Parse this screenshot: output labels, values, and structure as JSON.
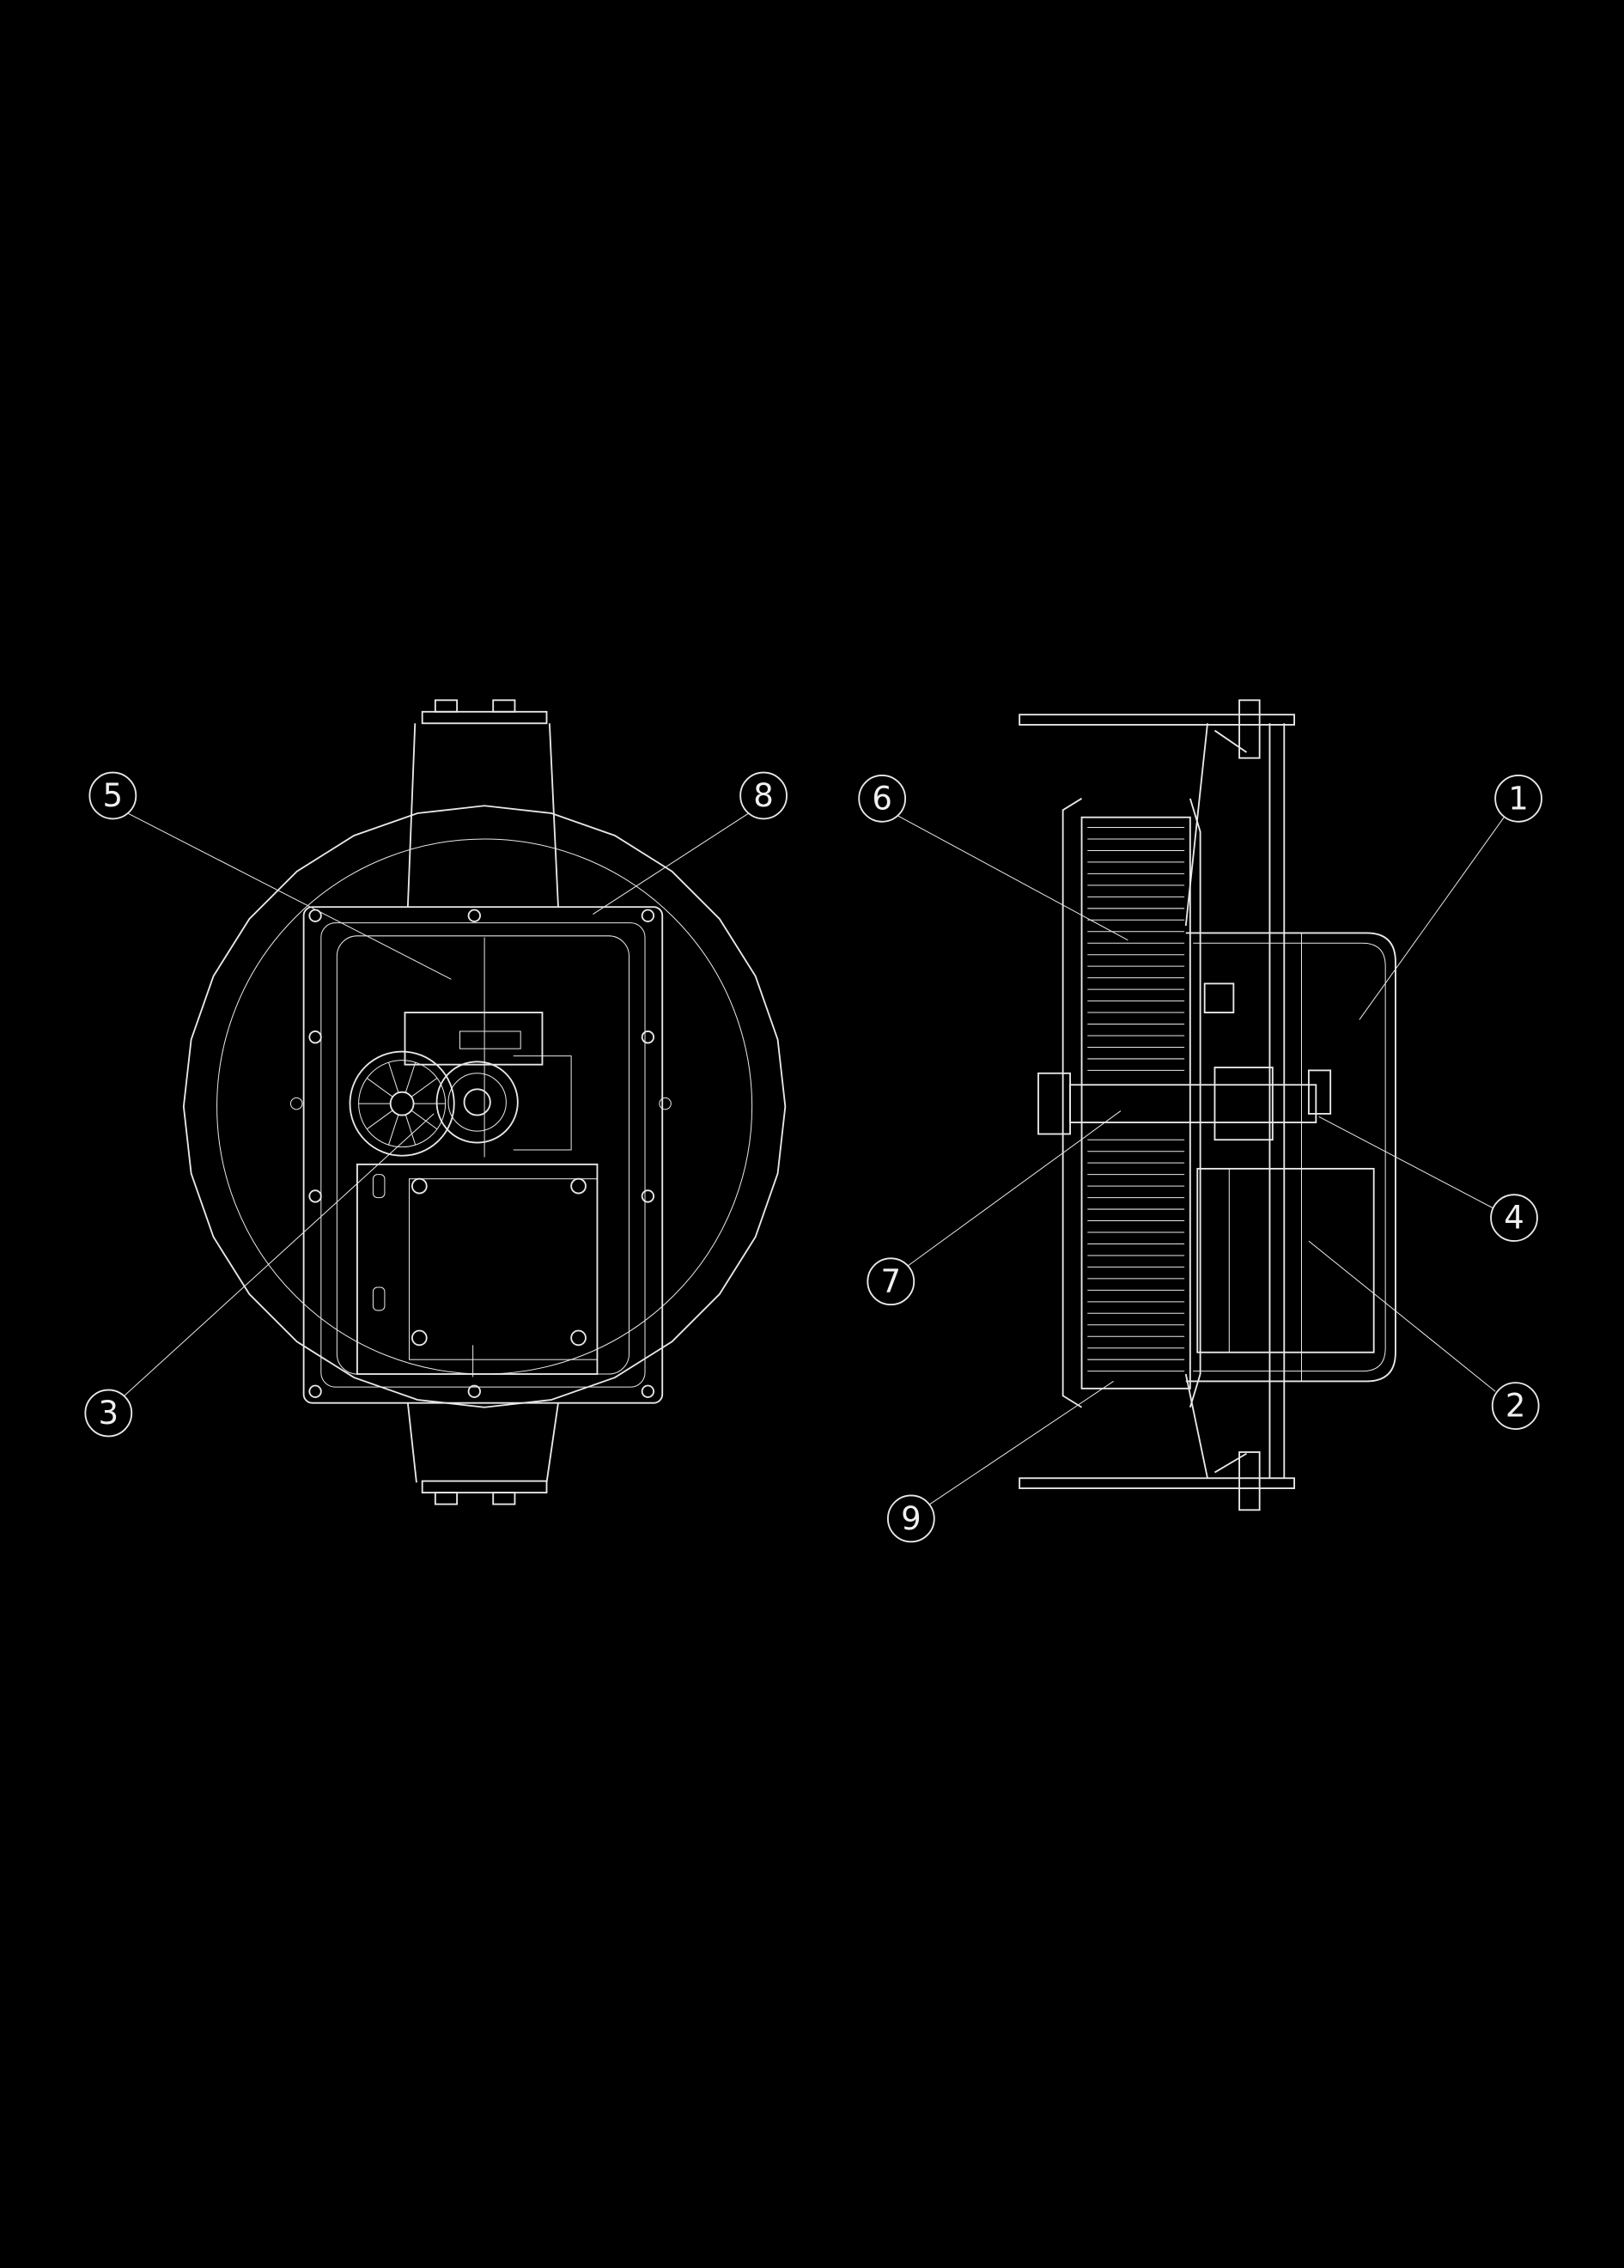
{
  "drawing": {
    "background": "#000000",
    "line_color": "#e8e8e8",
    "views": [
      "front-view",
      "side-section-view"
    ]
  },
  "callouts": {
    "c1": "1",
    "c2": "2",
    "c3": "3",
    "c4": "4",
    "c5": "5",
    "c6": "6",
    "c7": "7",
    "c8": "8",
    "c9": "9"
  }
}
